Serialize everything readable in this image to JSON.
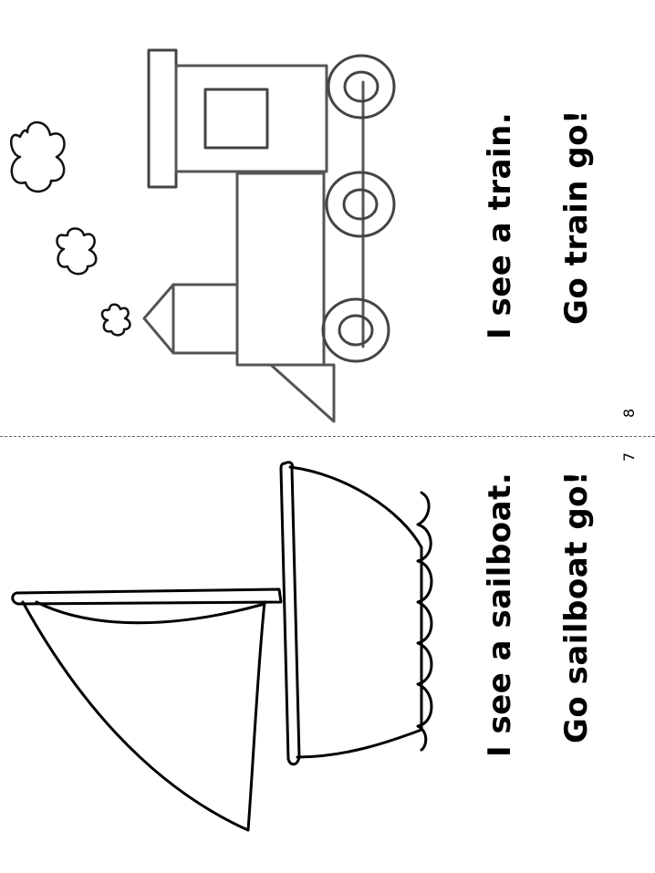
{
  "train_page": {
    "line1": "I see a train.",
    "line2": "Go train go!",
    "page_number": "8"
  },
  "sailboat_page": {
    "line1": "I see a sailboat.",
    "line2": "Go sailboat go!",
    "page_number": "7"
  },
  "colors": {
    "ink": "#000000",
    "fold_line": "#666666"
  }
}
